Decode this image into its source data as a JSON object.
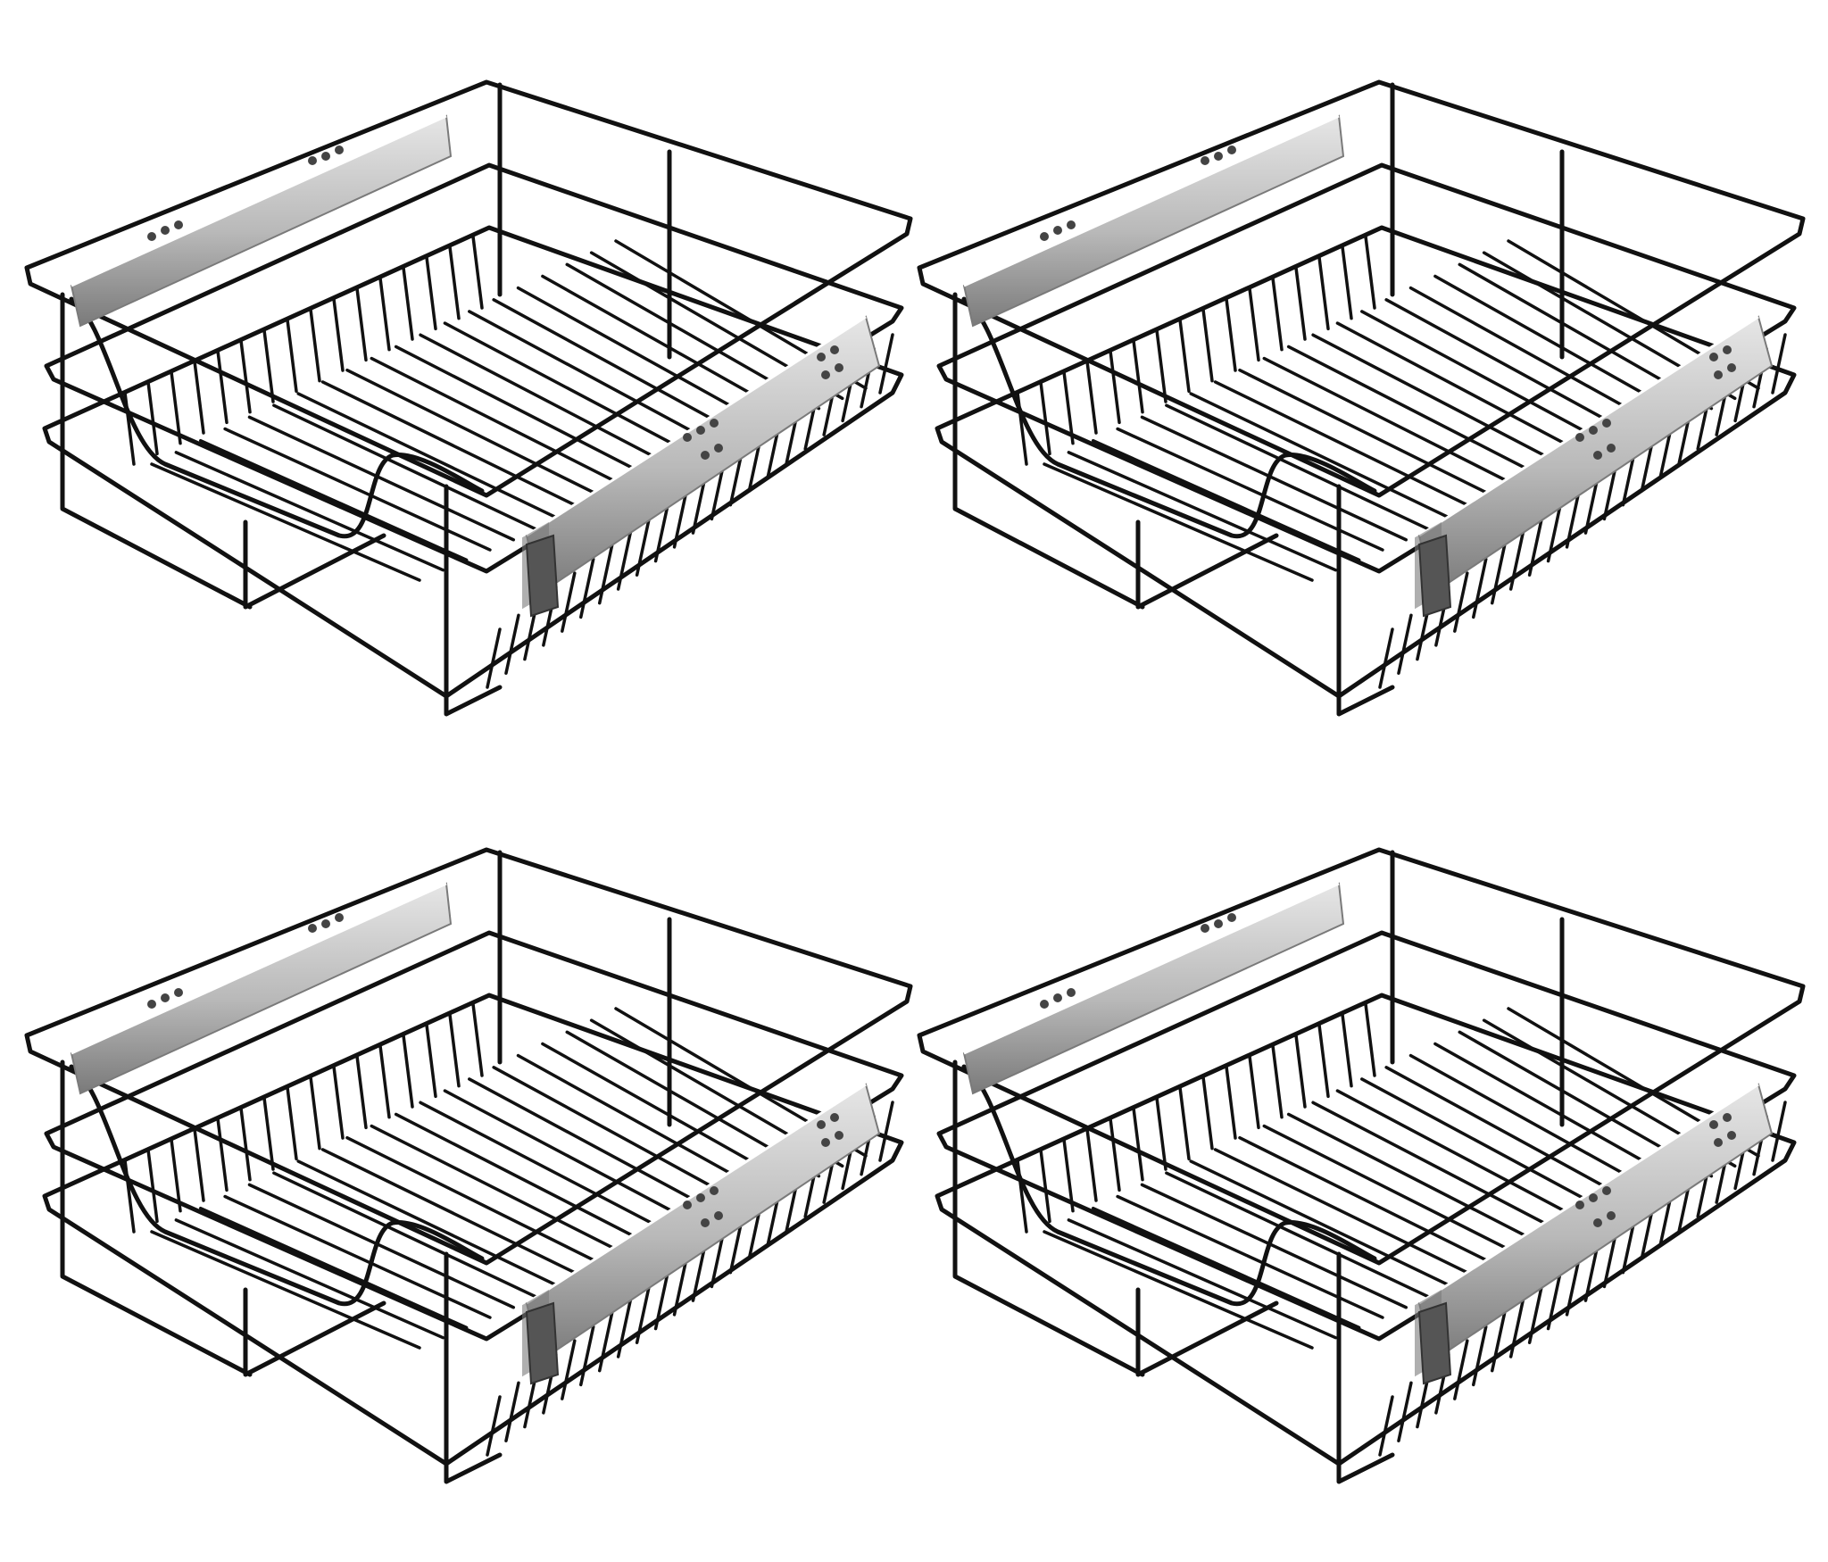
{
  "image": {
    "baskets": [
      {
        "id": "top-left"
      },
      {
        "id": "top-right"
      },
      {
        "id": "bottom-left"
      },
      {
        "id": "bottom-right"
      }
    ],
    "colors": {
      "wire": "#111111",
      "rail_light": "#e6e6e6",
      "rail_mid": "#b9b9b9",
      "rail_dark": "#7a7a7a",
      "background": "#ffffff"
    }
  }
}
